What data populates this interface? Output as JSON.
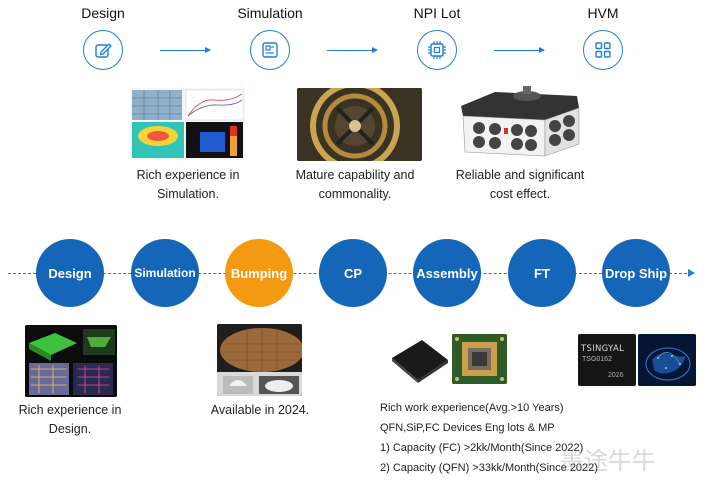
{
  "stages": [
    {
      "title": "Design",
      "icon": "edit-icon"
    },
    {
      "title": "Simulation",
      "icon": "layout-icon"
    },
    {
      "title": "NPI Lot",
      "icon": "chip-icon"
    },
    {
      "title": "HVM",
      "icon": "grid-icon"
    }
  ],
  "top_captions": [
    {
      "line1": "Rich experience in",
      "line2": "Simulation."
    },
    {
      "line1": "Mature capability and",
      "line2": "commonality."
    },
    {
      "line1": "Reliable and significant",
      "line2": "cost effect."
    }
  ],
  "flow_steps": [
    {
      "label": "Design",
      "highlight": false
    },
    {
      "label": "Simulation",
      "highlight": false
    },
    {
      "label": "Bumping",
      "highlight": true
    },
    {
      "label": "CP",
      "highlight": false
    },
    {
      "label": "Assembly",
      "highlight": false
    },
    {
      "label": "FT",
      "highlight": false
    },
    {
      "label": "Drop Ship",
      "highlight": false
    }
  ],
  "bottom_captions": {
    "design": {
      "line1": "Rich experience in",
      "line2": "Design."
    },
    "bumping": "Available in 2024.",
    "assembly": [
      "Rich work experience(Avg.>10 Years)",
      "QFN,SiP,FC Devices Eng lots & MP",
      "1) Capacity (FC) >2kk/Month(Since 2022)",
      "2) Capacity (QFN) >33kk/Month(Since 2022)"
    ]
  },
  "chip_marking": {
    "brand": "TSINGYAL",
    "part": "TSG0162",
    "code": "2026"
  },
  "watermark": "墨途牛牛",
  "colors": {
    "blue": "#1565b8",
    "line": "#1f7fd6",
    "orange": "#f39a12"
  }
}
